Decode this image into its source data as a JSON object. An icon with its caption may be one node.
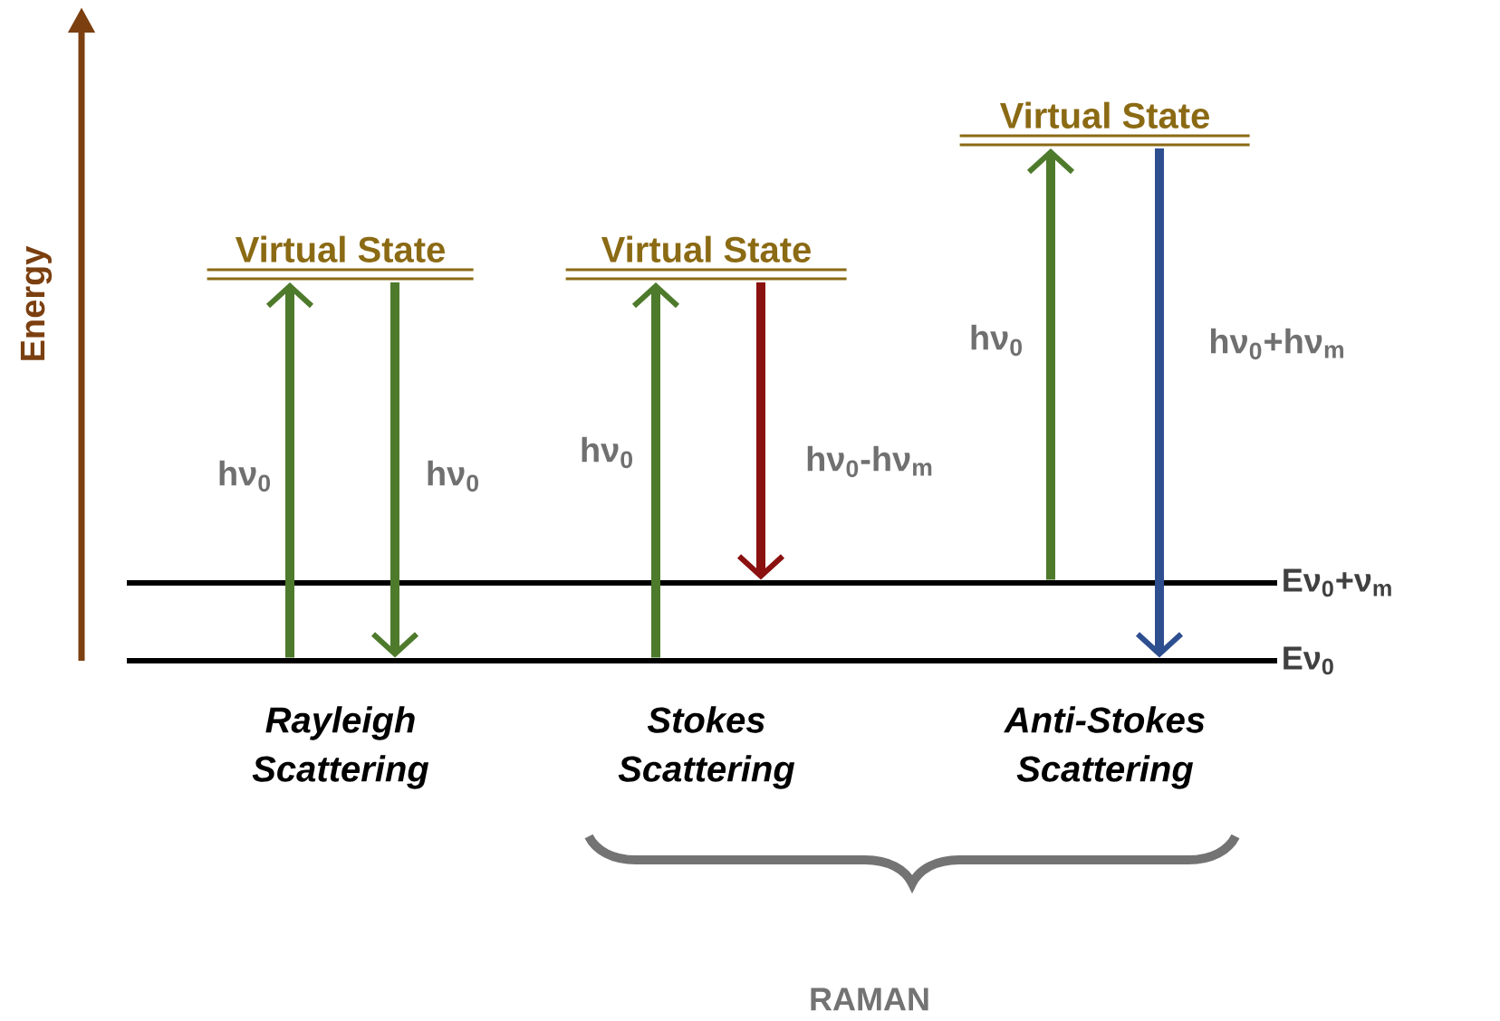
{
  "diagram": {
    "nodes": [
      {
        "text": [
          "Virtual State"
        ]
      },
      {
        "text": [
          "Virtual State"
        ]
      },
      {
        "text": [
          "Virtual State"
        ]
      },
      {
        "text": [
          "Eν$_{0}$+ν$_{m}$"
        ]
      },
      {
        "text": [
          "Eν$_{0}$"
        ]
      }
    ],
    "edges": [
      {
        "from": 4,
        "to": 0,
        "arrow": "to",
        "label": "hν$_{0}$"
      },
      {
        "from": 0,
        "to": 4,
        "arrow": "to",
        "label": "hν$_{0}$"
      },
      {
        "from": 4,
        "to": 1,
        "arrow": "to",
        "label": "hν$_{0}$"
      },
      {
        "from": 1,
        "to": 3,
        "arrow": "to",
        "label": "hν$_{0}$-hν$_{m}$",
        "color": "#8b1010"
      },
      {
        "from": 3,
        "to": 2,
        "arrow": "to",
        "label": "hν$_{0}$"
      },
      {
        "from": 2,
        "to": 4,
        "arrow": "to",
        "label": "hν$_{0}$+hν$_{m}$",
        "color": "#2e4f8f"
      }
    ],
    "labels": [
      "Energy",
      "Rayleigh Scattering",
      "Stokes Scattering",
      "Anti-Stokes Scattering",
      "RAMAN"
    ]
  }
}
